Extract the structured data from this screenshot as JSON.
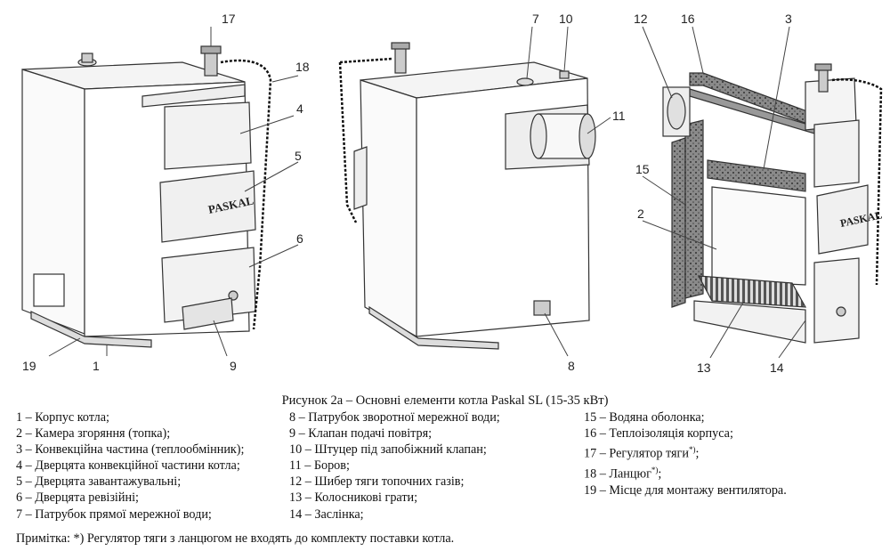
{
  "callouts": [
    "17",
    "18",
    "4",
    "5",
    "6",
    "19",
    "1",
    "9",
    "7",
    "10",
    "11",
    "8",
    "12",
    "16",
    "3",
    "15",
    "2",
    "13",
    "14"
  ],
  "brand_text": "PASKAL",
  "caption": "Рисунок 2а – Основні елементи котла Paskal SL (15-35 кВт)",
  "legend": {
    "col1": [
      "1 – Корпус котла;",
      "2 – Камера згоряння (топка);",
      "3 – Конвекційна частина (теплообмінник);",
      "4 – Дверцята конвекційної частини котла;",
      "5 – Дверцята завантажувальні;",
      "6 – Дверцята ревізійні;",
      "7 – Патрубок прямої мережної води;"
    ],
    "col2": [
      "8 – Патрубок зворотної мережної води;",
      "9 – Клапан подачі повітря;",
      "10 – Штуцер під запобіжний клапан;",
      "11 – Боров;",
      "12 – Шибер тяги топочних газів;",
      "13 – Колосникові грати;",
      "14 – Заслінка;"
    ],
    "col3": [
      "15 – Водяна оболонка;",
      "16 – Теплоізоляція корпуса;",
      "17 – Регулятор тяги",
      "18 – Ланцюг",
      "19 – Місце для монтажу вентилятора."
    ],
    "sup17": "*)",
    "end17": ";",
    "sup18": "*)",
    "end18": ";"
  },
  "note": "Примітка: *) Регулятор тяги з ланцюгом не входять до комплекту поставки котла."
}
